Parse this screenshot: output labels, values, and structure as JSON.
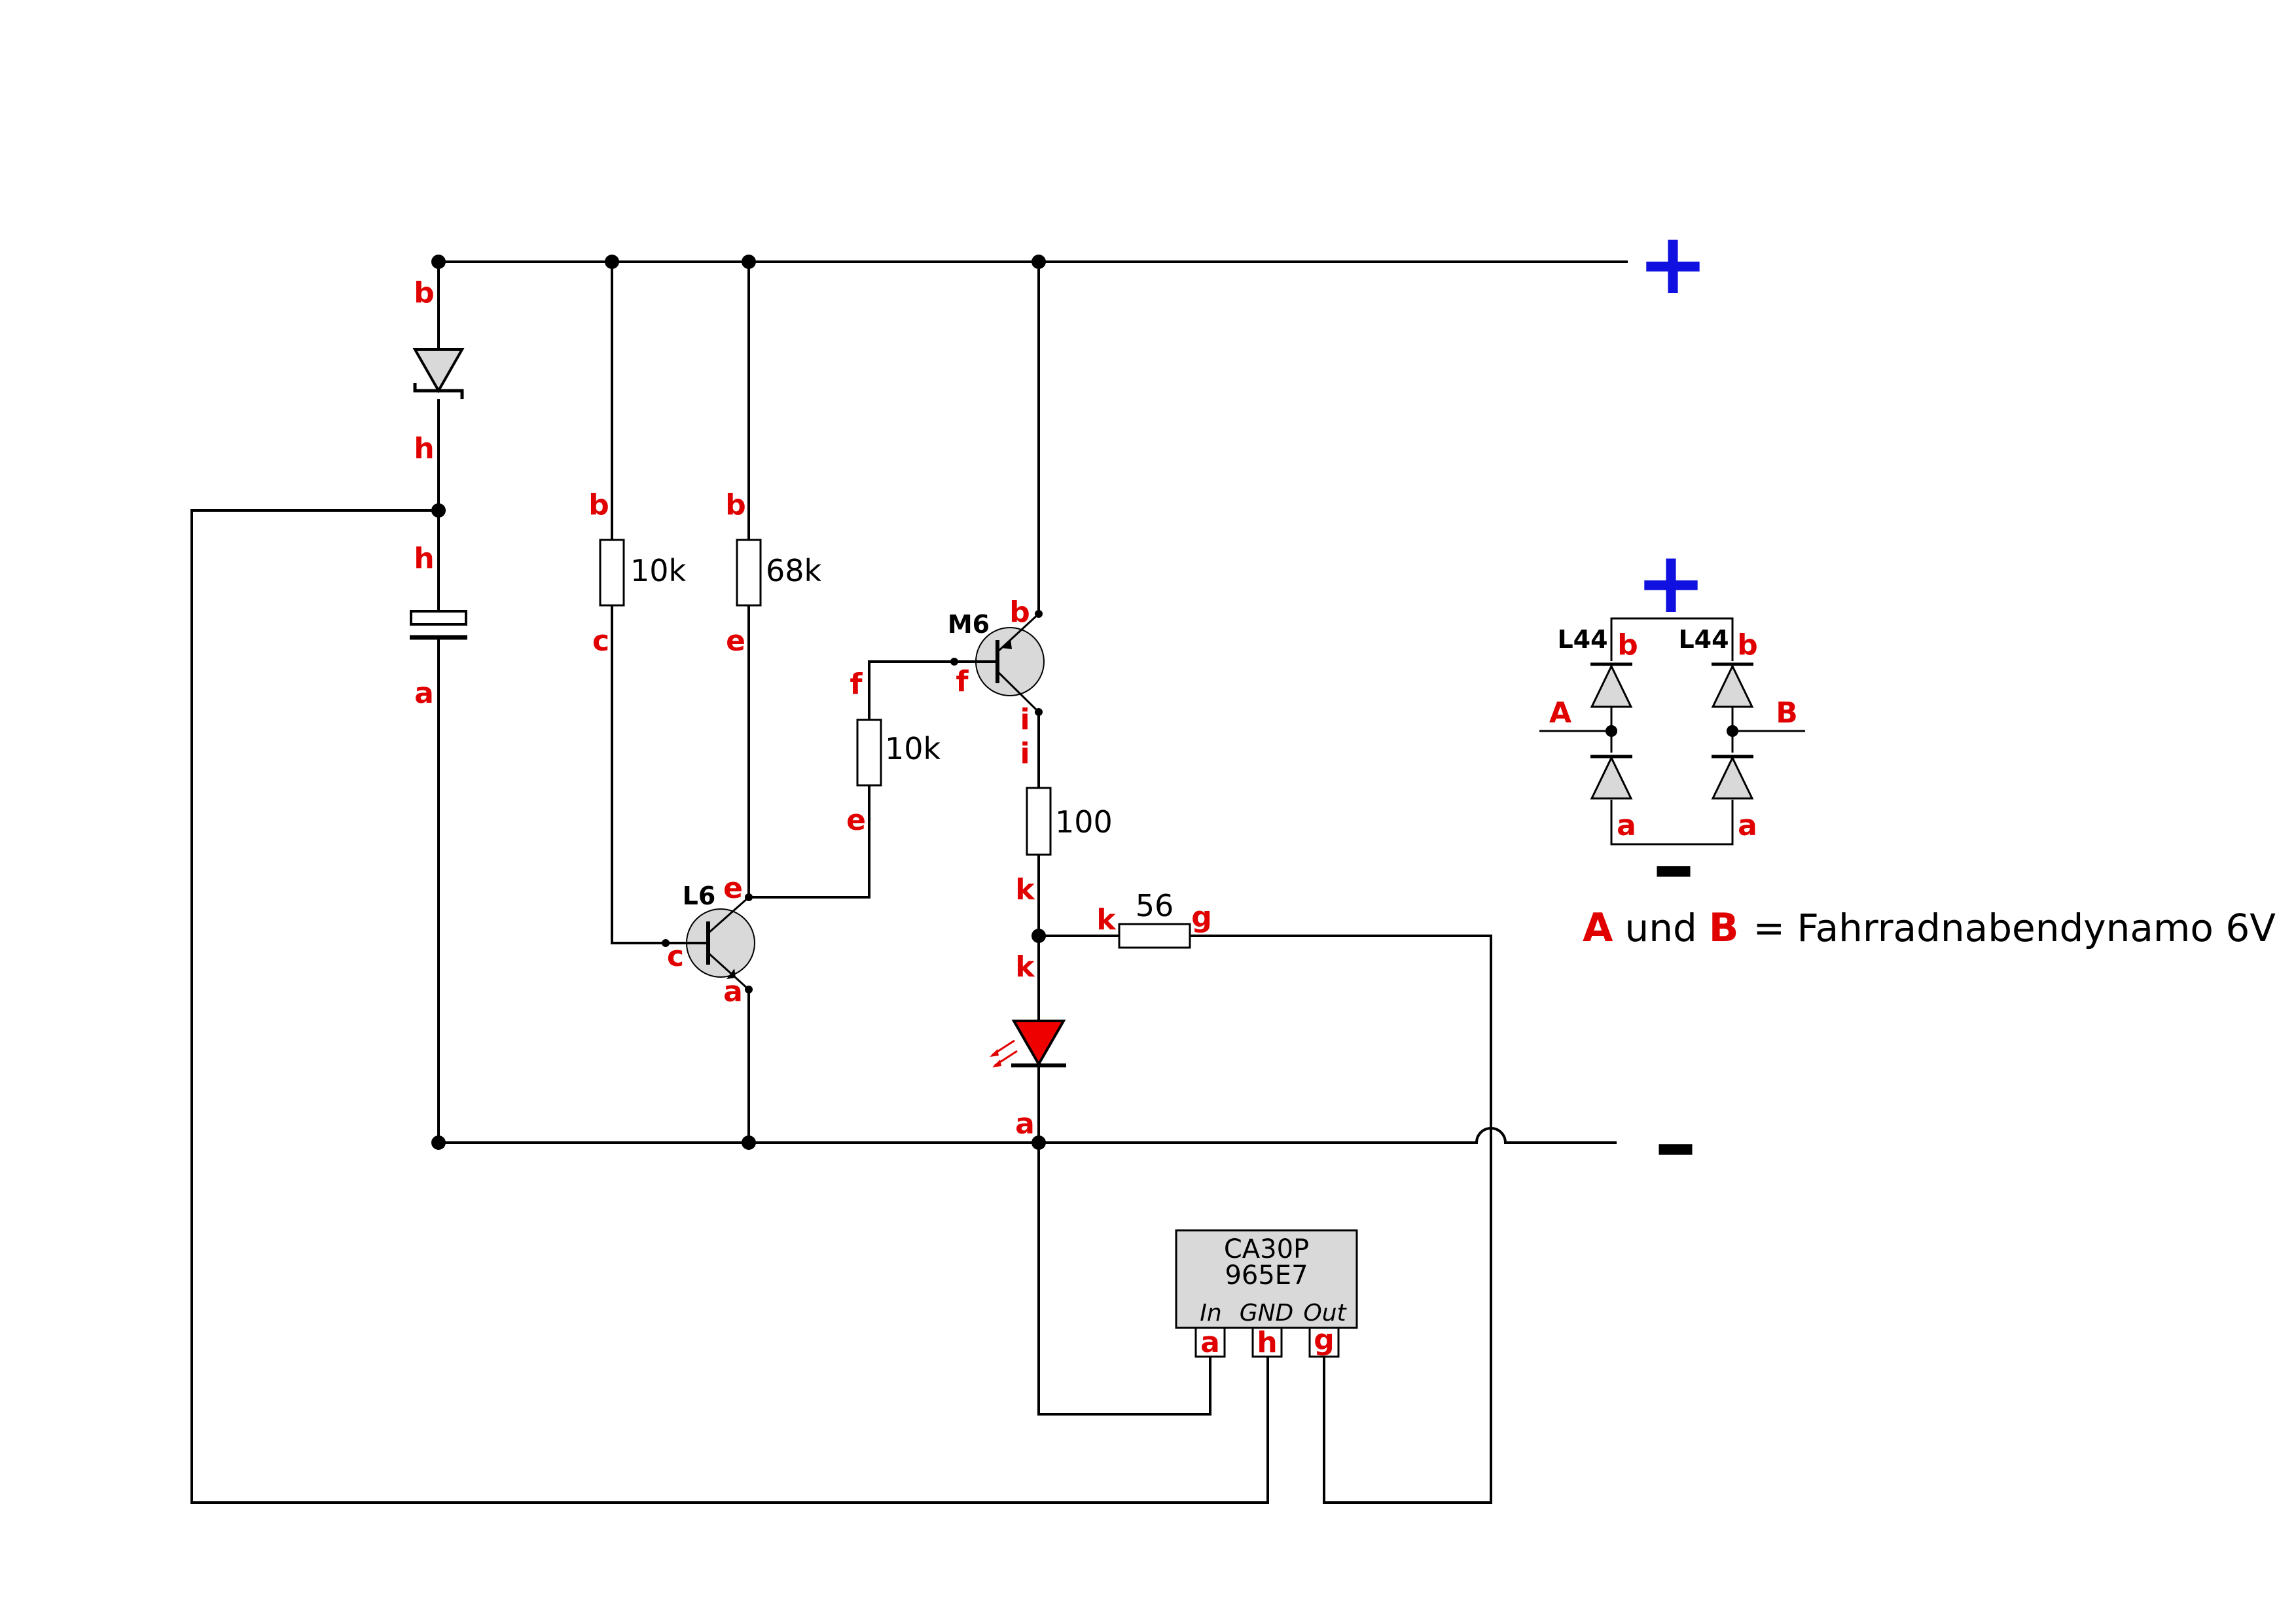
{
  "rails": {
    "plus": "+",
    "minus": "–"
  },
  "components": {
    "r1": {
      "value": "10k",
      "pin_top": "b",
      "pin_bottom": "c"
    },
    "r2": {
      "value": "68k",
      "pin_top": "b",
      "pin_bottom": "e"
    },
    "r3": {
      "value": "10k",
      "pin_top": "f",
      "pin_bottom": "e"
    },
    "r4": {
      "value": "100",
      "pin_top": "i",
      "pin_bottom": "k"
    },
    "r5": {
      "value": "56",
      "pin_left": "k",
      "pin_right": "g"
    },
    "q1": {
      "ref": "L6",
      "pin_c": "c",
      "pin_e": "e",
      "pin_a": "a"
    },
    "q2": {
      "ref": "M6",
      "pin_b": "b",
      "pin_f": "f",
      "pin_i": "i"
    },
    "zener": {
      "pin_top": "b",
      "pin_bottom": "h"
    },
    "capacitor": {
      "pin_top": "h",
      "pin_bottom": "a"
    },
    "led": {
      "pin_top": "k",
      "pin_bottom": "a",
      "color": "#ee0000"
    },
    "regulator": {
      "line1": "CA30P",
      "line2": "965E7",
      "pins": [
        {
          "name": "In",
          "label": "a"
        },
        {
          "name": "GND",
          "label": "h"
        },
        {
          "name": "Out",
          "label": "g"
        }
      ]
    }
  },
  "bridge": {
    "plus": "+",
    "minus": "–",
    "diode_ref_left": "L44",
    "diode_ref_right": "L44",
    "pin_b_left": "b",
    "pin_b_right": "b",
    "pin_a_left": "a",
    "pin_a_right": "a",
    "input_a": "A",
    "input_b": "B"
  },
  "legend": {
    "a": "A",
    "und": "und",
    "b": "B",
    "rest": "= Fahrradnabendynamo 6V"
  },
  "colors": {
    "pin_label": "#e00000",
    "plus": "#1010e0",
    "component_fill": "#d9d9d9"
  }
}
